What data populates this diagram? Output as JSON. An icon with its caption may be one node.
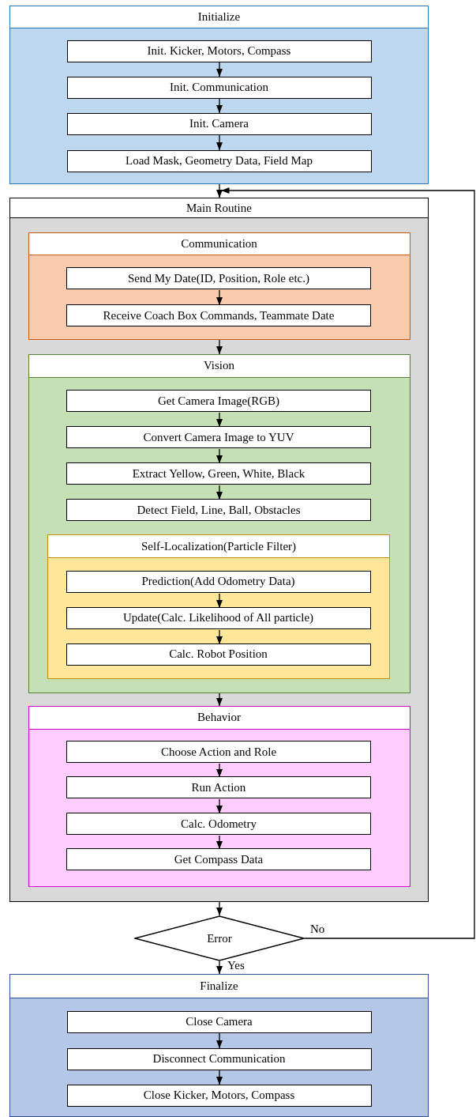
{
  "diagram": {
    "nodes": [
      {
        "text": [
          "Initialize"
        ]
      },
      {
        "text": [
          "Init. Kicker, Motors, Compass"
        ],
        "in": 0
      },
      {
        "text": [
          "Init. Communication"
        ],
        "in": 0
      },
      {
        "text": [
          "Init. Camera"
        ],
        "in": 0
      },
      {
        "text": [
          "Load Mask, Geometry Data, Field Map"
        ],
        "in": 0
      },
      {
        "text": [
          "Main Routine"
        ]
      },
      {
        "text": [
          "Communication"
        ],
        "in": 5
      },
      {
        "text": [
          "Send My Date(ID, Position, Role etc.)"
        ],
        "in": 6
      },
      {
        "text": [
          "Receive Coach Box Commands, Teammate Date"
        ],
        "in": 6
      },
      {
        "text": [
          "Vision"
        ],
        "in": 5
      },
      {
        "text": [
          "Get Camera Image(RGB)"
        ],
        "in": 9
      },
      {
        "text": [
          "Convert Camera Image to YUV"
        ],
        "in": 9
      },
      {
        "text": [
          "Extract Yellow, Green, White, Black"
        ],
        "in": 9
      },
      {
        "text": [
          "Detect Field, Line, Ball, Obstacles"
        ],
        "in": 9
      },
      {
        "text": [
          "Self-Localization(Particle Filter)"
        ],
        "in": 9
      },
      {
        "text": [
          "Prediction(Add Odometry Data)"
        ],
        "in": 14
      },
      {
        "text": [
          "Update(Calc. Likelihood of All particle)"
        ],
        "in": 14
      },
      {
        "text": [
          "Calc. Robot Position"
        ],
        "in": 14
      },
      {
        "text": [
          "Behavior"
        ],
        "in": 5
      },
      {
        "text": [
          "Choose Action and Role"
        ],
        "in": 18
      },
      {
        "text": [
          "Run Action"
        ],
        "in": 18
      },
      {
        "text": [
          "Calc. Odometry"
        ],
        "in": 18
      },
      {
        "text": [
          "Get Compass Data"
        ],
        "in": 18
      },
      {
        "text": [
          "Error"
        ]
      },
      {
        "text": [
          "Finalize"
        ]
      },
      {
        "text": [
          "Close Camera"
        ],
        "in": 24
      },
      {
        "text": [
          "Disconnect Communication"
        ],
        "in": 24
      },
      {
        "text": [
          "Close Kicker, Motors, Compass"
        ],
        "in": 24
      }
    ],
    "edges": [
      {
        "from": 1,
        "to": 2,
        "arrow": "to"
      },
      {
        "from": 2,
        "to": 3,
        "arrow": "to"
      },
      {
        "from": 3,
        "to": 4,
        "arrow": "to"
      },
      {
        "from": 0,
        "to": 5,
        "arrow": "to"
      },
      {
        "from": 7,
        "to": 8,
        "arrow": "to"
      },
      {
        "from": 6,
        "to": 9,
        "arrow": "to"
      },
      {
        "from": 10,
        "to": 11,
        "arrow": "to"
      },
      {
        "from": 11,
        "to": 12,
        "arrow": "to"
      },
      {
        "from": 12,
        "to": 13,
        "arrow": "to"
      },
      {
        "from": 15,
        "to": 16,
        "arrow": "to"
      },
      {
        "from": 16,
        "to": 17,
        "arrow": "to"
      },
      {
        "from": 9,
        "to": 18,
        "arrow": "to"
      },
      {
        "from": 19,
        "to": 20,
        "arrow": "to"
      },
      {
        "from": 20,
        "to": 21,
        "arrow": "to"
      },
      {
        "from": 21,
        "to": 22,
        "arrow": "to"
      },
      {
        "from": 5,
        "to": 23,
        "arrow": "to"
      },
      {
        "from": 23,
        "to": 24,
        "label": "Yes",
        "arrow": "to"
      },
      {
        "from": 23,
        "to": 5,
        "label": "No",
        "arrow": "to"
      },
      {
        "from": 25,
        "to": 26,
        "arrow": "to"
      },
      {
        "from": 26,
        "to": 27,
        "arrow": "to"
      }
    ]
  }
}
